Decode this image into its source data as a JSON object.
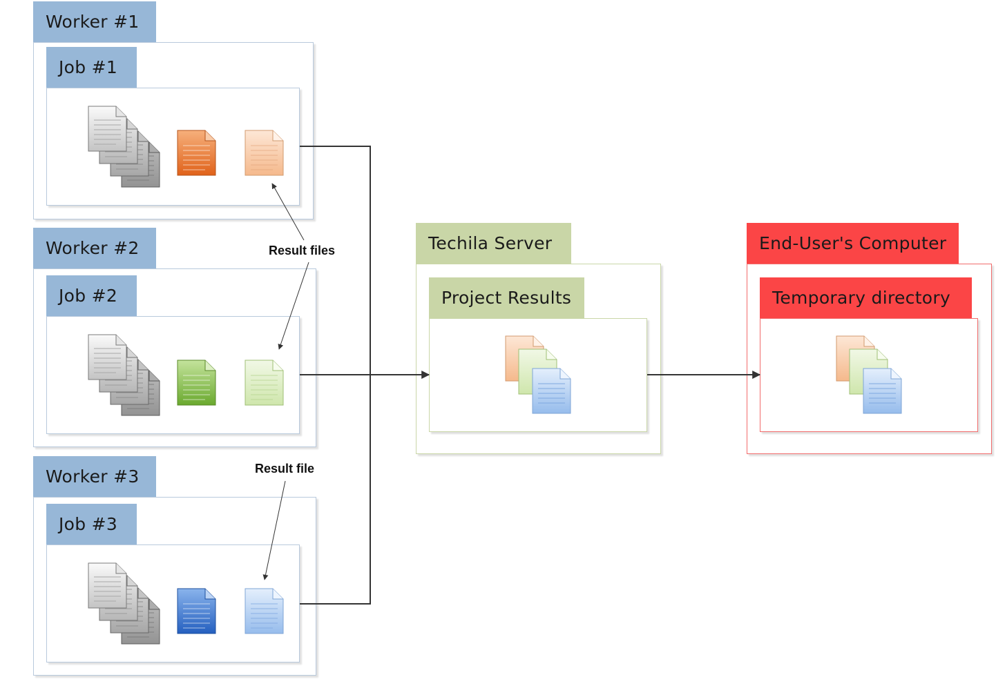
{
  "workers": [
    {
      "label": "Worker #1",
      "job": "Job #1",
      "color": "#e8782a",
      "light": "#f7c59a"
    },
    {
      "label": "Worker #2",
      "job": "Job #2",
      "color": "#7cb342",
      "light": "#d9eabf"
    },
    {
      "label": "Worker #3",
      "job": "Job #3",
      "color": "#2f6fc6",
      "light": "#a9c8ee"
    }
  ],
  "server": {
    "label": "Techila Server",
    "inner": "Project Results"
  },
  "enduser": {
    "label": "End-User's Computer",
    "inner": "Temporary directory"
  },
  "callouts": {
    "result_files": "Result files",
    "result_file": "Result file"
  },
  "colors": {
    "worker_tab": "#97b7d7",
    "server_tab": "#c9d6a7",
    "enduser_tab": "#fb4546",
    "panel_border": "#b8c9dc"
  }
}
